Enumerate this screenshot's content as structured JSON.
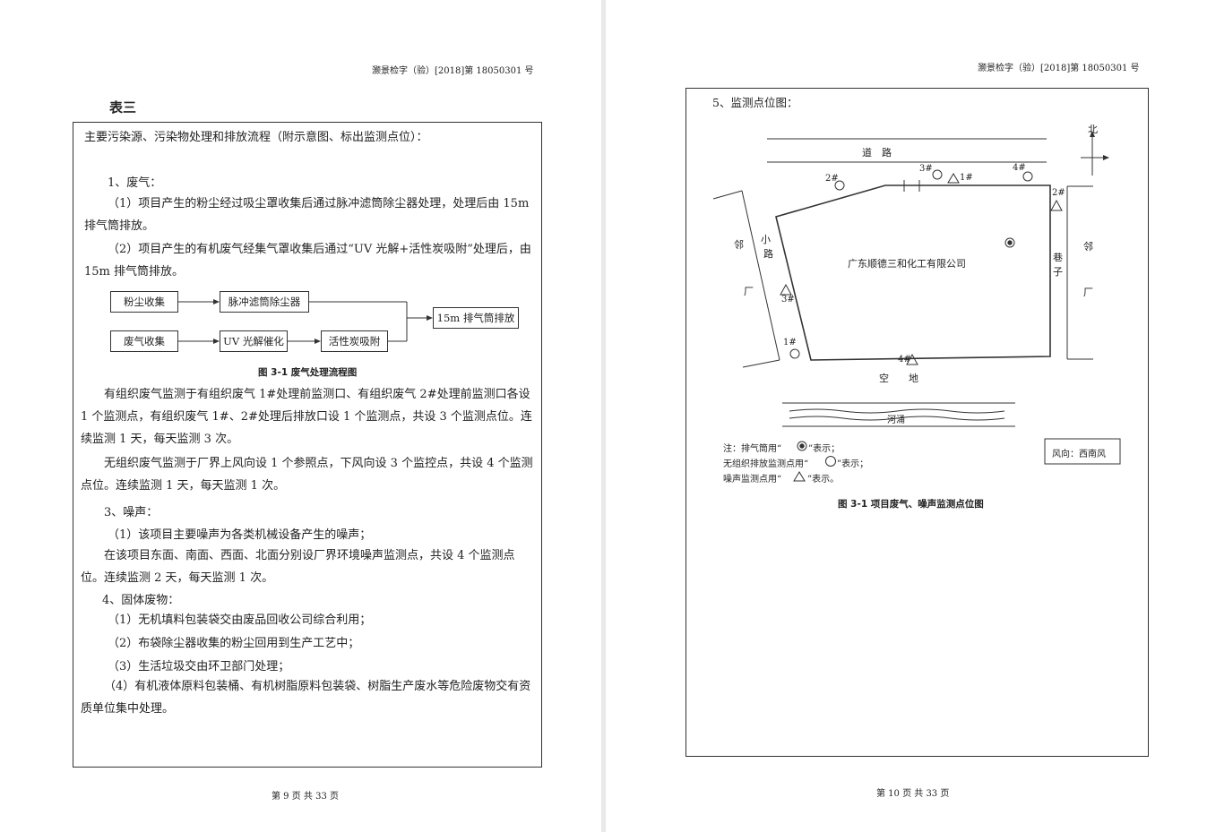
{
  "left": {
    "doc_no": "灏景检字（验）[2018]第 18050301 号",
    "table_title": "表三",
    "intro": "主要污染源、污染物处理和排放流程（附示意图、标出监测点位）：",
    "waste_gas_head": "1、废气：",
    "wg_p1": "（1）项目产生的粉尘经过吸尘罩收集后通过脉冲滤筒除尘器处理，处理后由 15m 排气筒排放。",
    "wg_p2": "（2）项目产生的有机废气经集气罩收集后通过“UV 光解+活性炭吸附”处理后，由 15m 排气筒排放。",
    "flow": {
      "dust_collect": "粉尘收集",
      "pulse_filter": "脉冲滤筒除尘器",
      "gas_collect": "废气收集",
      "uv": "UV 光解催化",
      "carbon": "活性炭吸附",
      "stack": "15m 排气筒排放"
    },
    "flow_caption": "图 3-1 废气处理流程图",
    "organized": "有组织废气监测于有组织废气 1#处理前监测口、有组织废气 2#处理前监测口各设 1 个监测点，有组织废气 1#、2#处理后排放口设 1 个监测点，共设 3 个监测点位。连续监测 1 天，每天监测 3 次。",
    "unorganized": "无组织废气监测于厂界上风向设 1 个参照点，下风向设 3 个监控点，共设 4 个监测点位。连续监测 1 天，每天监测 1 次。",
    "noise_head": "3、噪声：",
    "noise_p1": "（1）该项目主要噪声为各类机械设备产生的噪声；",
    "noise_p2": "在该项目东面、南面、西面、北面分别设厂界环境噪声监测点，共设 4 个监测点位。连续监测 2 天，每天监测 1 次。",
    "solid_head": "4、固体废物：",
    "solid_p1": "（1）无机填料包装袋交由废品回收公司综合利用；",
    "solid_p2": "（2）布袋除尘器收集的粉尘回用到生产工艺中；",
    "solid_p3": "（3）生活垃圾交由环卫部门处理；",
    "solid_p4": "（4）有机液体原料包装桶、有机树脂原料包装袋、树脂生产废水等危险废物交有资质单位集中处理。",
    "footer": "第 9 页 共 33 页"
  },
  "right": {
    "doc_no": "灏景检字（验）[2018]第 18050301 号",
    "section": "5、监测点位图：",
    "map": {
      "road": "道　路",
      "north": "北",
      "company": "广东顺德三和化工有限公司",
      "lane_small": [
        "小",
        "路"
      ],
      "lane_alley": [
        "巷",
        "子"
      ],
      "neighbor_left": [
        "邻",
        "厂"
      ],
      "neighbor_right": [
        "邻",
        "厂"
      ],
      "open_land": "空　　地",
      "river": "河涌",
      "points": {
        "o1": "1#",
        "o2": "2#",
        "o3": "3#",
        "o4": "4#",
        "t1": "1#",
        "t2": "2#",
        "t3": "3#",
        "t4": "4#"
      }
    },
    "legend": {
      "stack": "注：排气筒用“",
      "stack_end": "”表示；",
      "unorg": "无组织排放监测点用“",
      "unorg_end": "”表示；",
      "noise": "噪声监测点用“",
      "noise_end": "”表示。"
    },
    "wind": "风向：西南风",
    "caption": "图 3-1 项目废气、噪声监测点位图",
    "footer": "第 10 页 共 33 页"
  },
  "colors": {
    "ink": "#222222",
    "frame": "#333333",
    "page": "#ffffff",
    "gutter": "#e9e9e9"
  }
}
